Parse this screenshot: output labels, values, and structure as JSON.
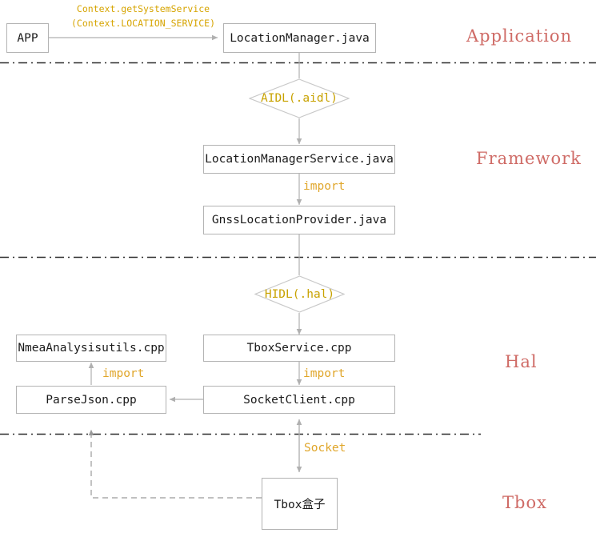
{
  "diagram": {
    "title": "Android GNSS location stack layering",
    "colors": {
      "box_border": "#b3b3b3",
      "box_text": "#1a1a1a",
      "edge_line": "#b0b0b0",
      "edge_label": "#e0a62a",
      "diamond_label": "#c8a200",
      "layer_title": "#cf6b66",
      "divider": "#2b2b2b",
      "dashed_edge": "#9a9a9a",
      "background": "#ffffff"
    },
    "layers": [
      {
        "id": "application",
        "label": "Application"
      },
      {
        "id": "framework",
        "label": "Framework"
      },
      {
        "id": "hal",
        "label": "Hal"
      },
      {
        "id": "tbox",
        "label": "Tbox"
      }
    ],
    "nodes": [
      {
        "id": "app",
        "label": "APP",
        "layer": "application"
      },
      {
        "id": "location-manager",
        "label": "LocationManager.java",
        "layer": "application"
      },
      {
        "id": "location-manager-service",
        "label": "LocationManagerService.java",
        "layer": "framework"
      },
      {
        "id": "gnss-location-provider",
        "label": "GnssLocationProvider.java",
        "layer": "framework"
      },
      {
        "id": "nmea-analysis-utils",
        "label": "NmeaAnalysisutils.cpp",
        "layer": "hal"
      },
      {
        "id": "tbox-service",
        "label": "TboxService.cpp",
        "layer": "hal"
      },
      {
        "id": "parse-json",
        "label": "ParseJson.cpp",
        "layer": "hal"
      },
      {
        "id": "socket-client",
        "label": "SocketClient.cpp",
        "layer": "hal"
      },
      {
        "id": "tbox-device",
        "label": "Tbox盒子",
        "layer": "tbox"
      }
    ],
    "diamonds": [
      {
        "id": "aidl",
        "label": "AIDL(.aidl)"
      },
      {
        "id": "hidl",
        "label": "HIDL(.hal)"
      }
    ],
    "edges": [
      {
        "id": "app-to-location-manager",
        "from": "app",
        "to": "location-manager",
        "label_line1": "Context.getSystemService",
        "label_line2": "(Context.LOCATION_SERVICE)",
        "style": "solid"
      },
      {
        "id": "location-manager-to-aidl",
        "from": "location-manager",
        "to": "aidl",
        "label": "",
        "style": "solid"
      },
      {
        "id": "aidl-to-lms",
        "from": "aidl",
        "to": "location-manager-service",
        "label": "",
        "style": "solid"
      },
      {
        "id": "lms-to-gnss",
        "from": "location-manager-service",
        "to": "gnss-location-provider",
        "label": "import",
        "style": "solid"
      },
      {
        "id": "gnss-to-hidl",
        "from": "gnss-location-provider",
        "to": "hidl",
        "label": "",
        "style": "solid"
      },
      {
        "id": "hidl-to-tbox-service",
        "from": "hidl",
        "to": "tbox-service",
        "label": "",
        "style": "solid"
      },
      {
        "id": "tbox-service-to-socket-client",
        "from": "tbox-service",
        "to": "socket-client",
        "label": "import",
        "style": "solid"
      },
      {
        "id": "socket-client-to-parse-json",
        "from": "socket-client",
        "to": "parse-json",
        "label": "",
        "style": "solid"
      },
      {
        "id": "parse-json-to-nmea",
        "from": "parse-json",
        "to": "nmea-analysis-utils",
        "label": "import",
        "style": "solid"
      },
      {
        "id": "socket-client-to-tbox-device",
        "from": "socket-client",
        "to": "tbox-device",
        "label": "Socket",
        "style": "solid-bidirectional"
      },
      {
        "id": "tbox-device-to-parse-json",
        "from": "tbox-device",
        "to": "parse-json",
        "label": "",
        "style": "dashed"
      }
    ]
  }
}
